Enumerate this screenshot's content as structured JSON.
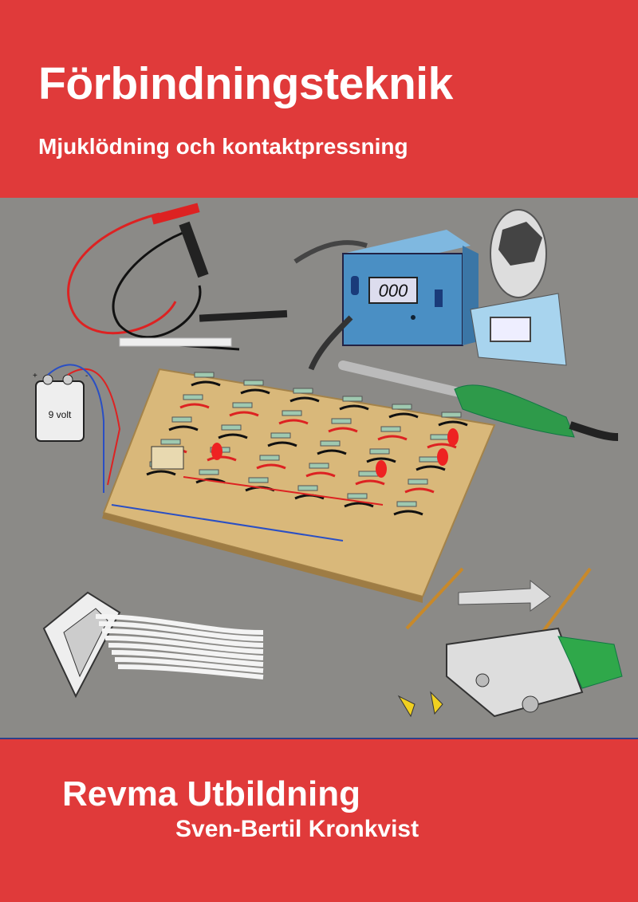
{
  "cover": {
    "title": "Förbindningsteknik",
    "subtitle": "Mjuklödning och kontaktpressning",
    "publisher": "Revma Utbildning",
    "author": "Sven-Bertil Kronkvist"
  },
  "illustration": {
    "battery_label": "9 volt",
    "battery_plus": "+",
    "battery_minus": "-",
    "station_display": "000"
  },
  "colors": {
    "cover_red": "#e03a3a",
    "background_gray": "#8b8a87",
    "board": "#d9b87a",
    "station_blue": "#4a8fc4",
    "iron_green": "#2e9a4a"
  }
}
